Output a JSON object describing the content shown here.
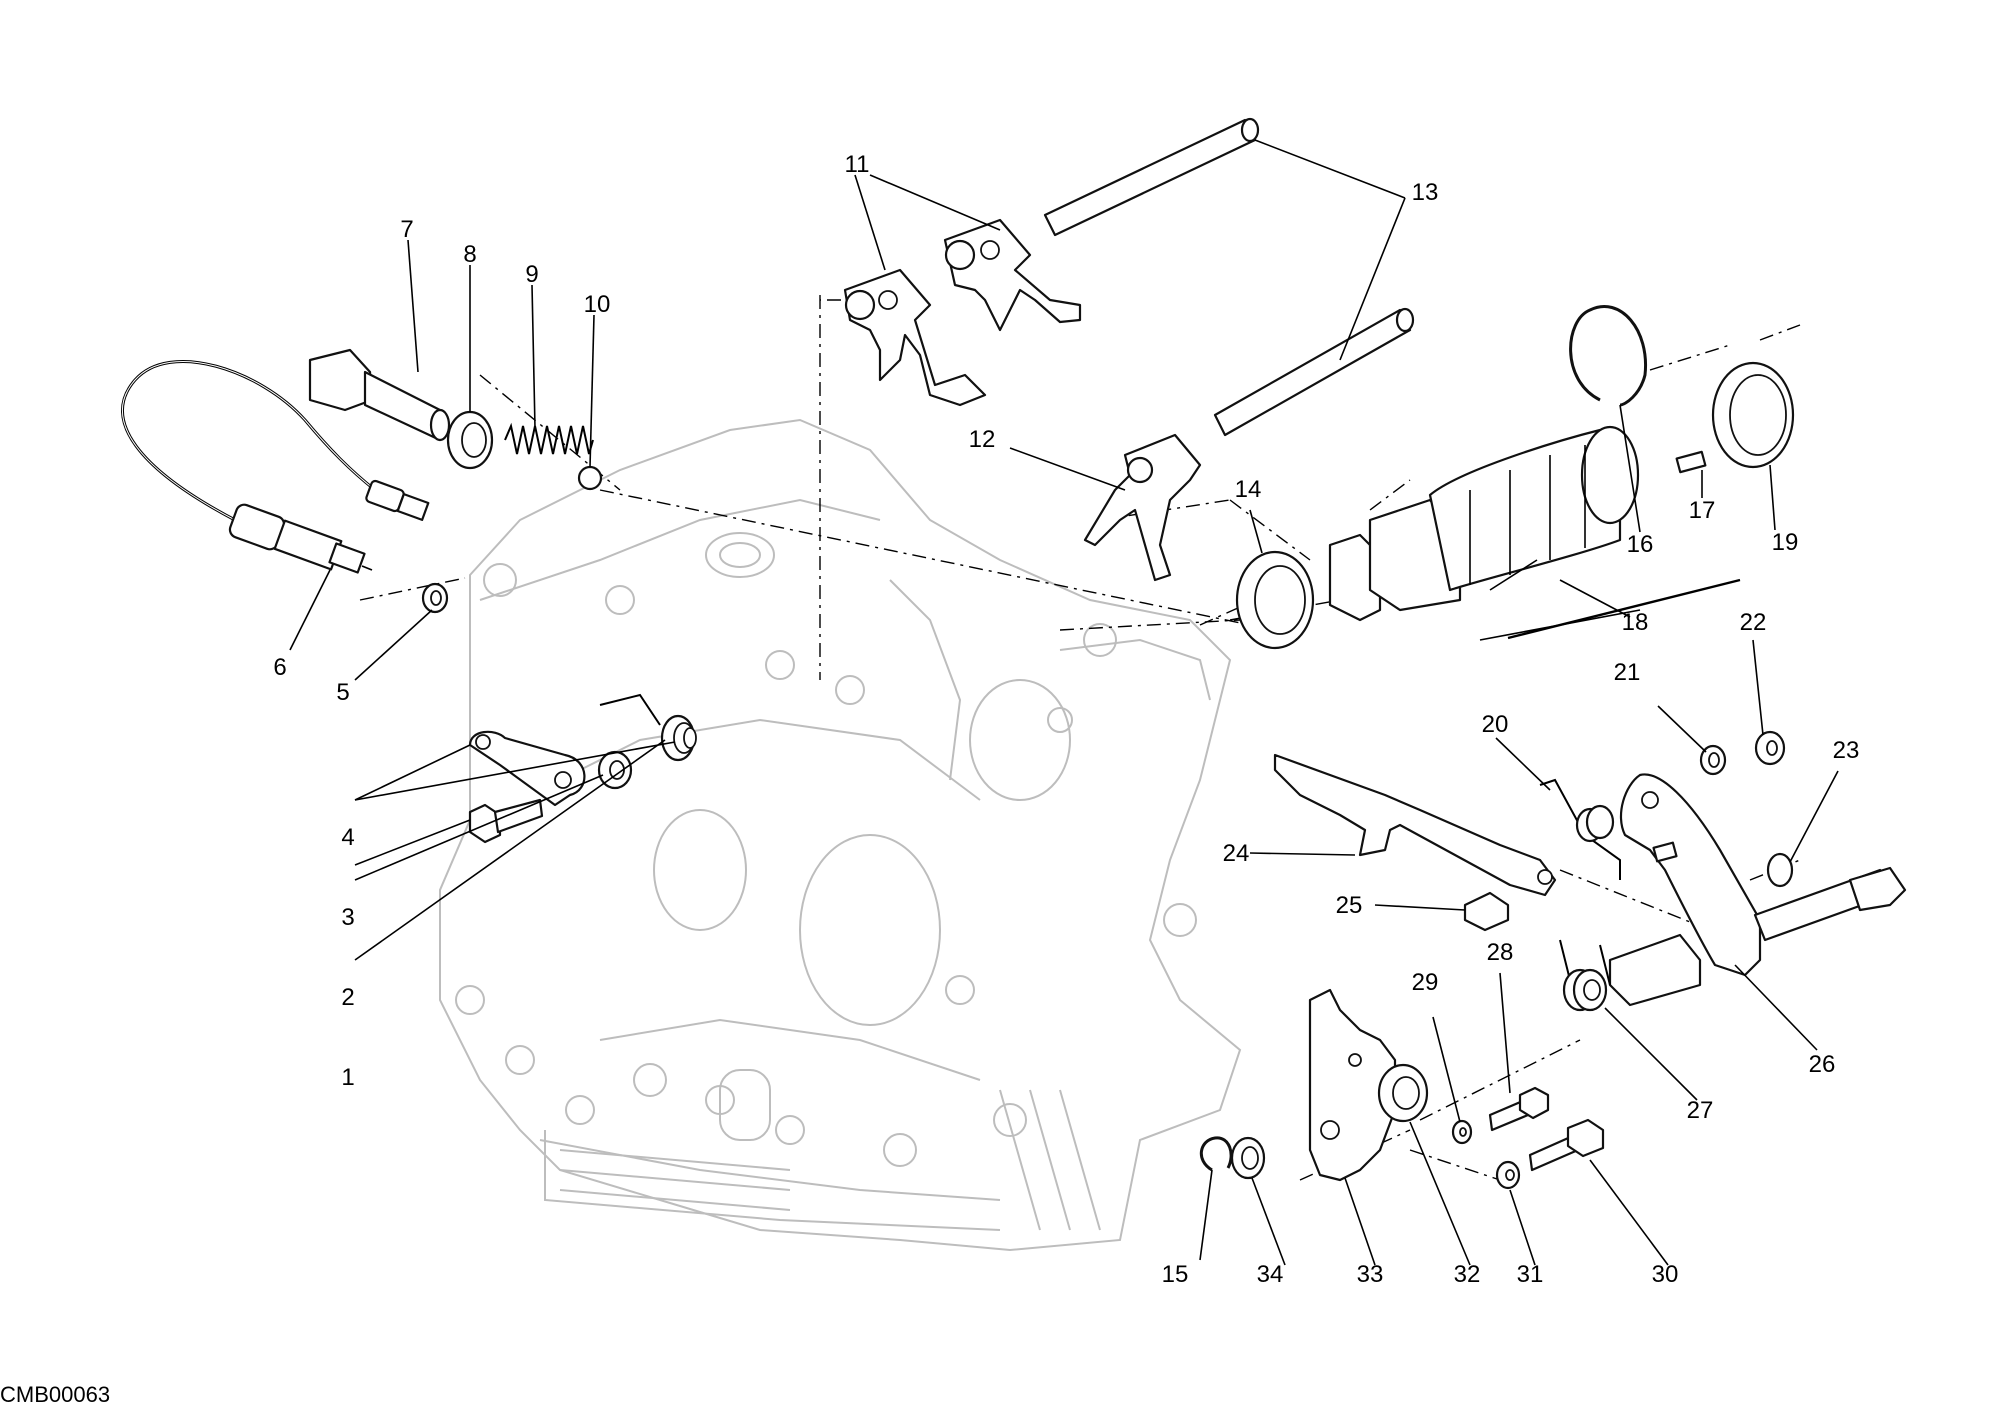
{
  "labels": {
    "p1": "1",
    "p2": "2",
    "p3": "3",
    "p4": "4",
    "p5": "5",
    "p6": "6",
    "p7": "7",
    "p8": "8",
    "p9": "9",
    "p10": "10",
    "p11": "11",
    "p12": "12",
    "p13": "13",
    "p14": "14",
    "p15": "15",
    "p16": "16",
    "p17": "17",
    "p18": "18",
    "p19": "19",
    "p20": "20",
    "p21": "21",
    "p22": "22",
    "p23": "23",
    "p24": "24",
    "p25": "25",
    "p26": "26",
    "p27": "27",
    "p28": "28",
    "p29": "29",
    "p30": "30",
    "p31": "31",
    "p32": "32",
    "p33": "33",
    "p34": "34"
  },
  "drawing_code": "CMB00063"
}
